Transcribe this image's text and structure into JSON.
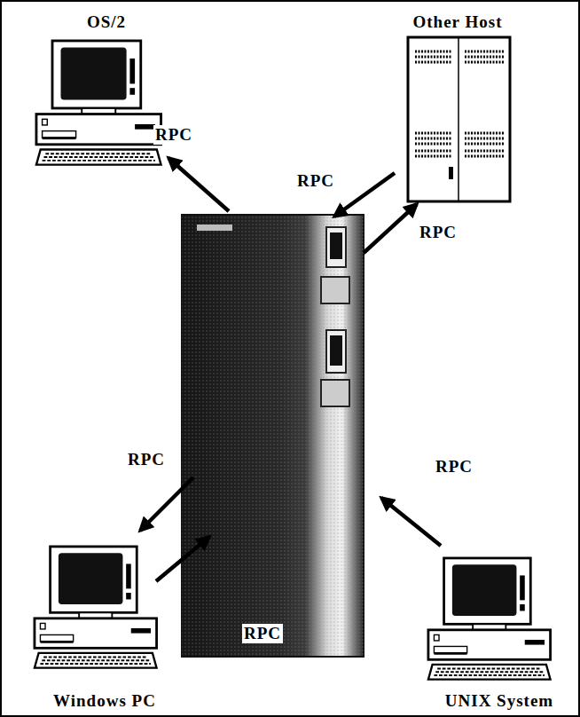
{
  "diagram": {
    "nodes": [
      {
        "text": [
          "OS/2"
        ]
      },
      {
        "text": [
          "Other Host"
        ]
      },
      {
        "text": [
          "Windows PC"
        ]
      },
      {
        "text": [
          "UNIX System"
        ]
      }
    ],
    "labels": [
      "RPC",
      "RPC",
      "RPC",
      "RPC",
      "RPC",
      "RPC"
    ]
  }
}
